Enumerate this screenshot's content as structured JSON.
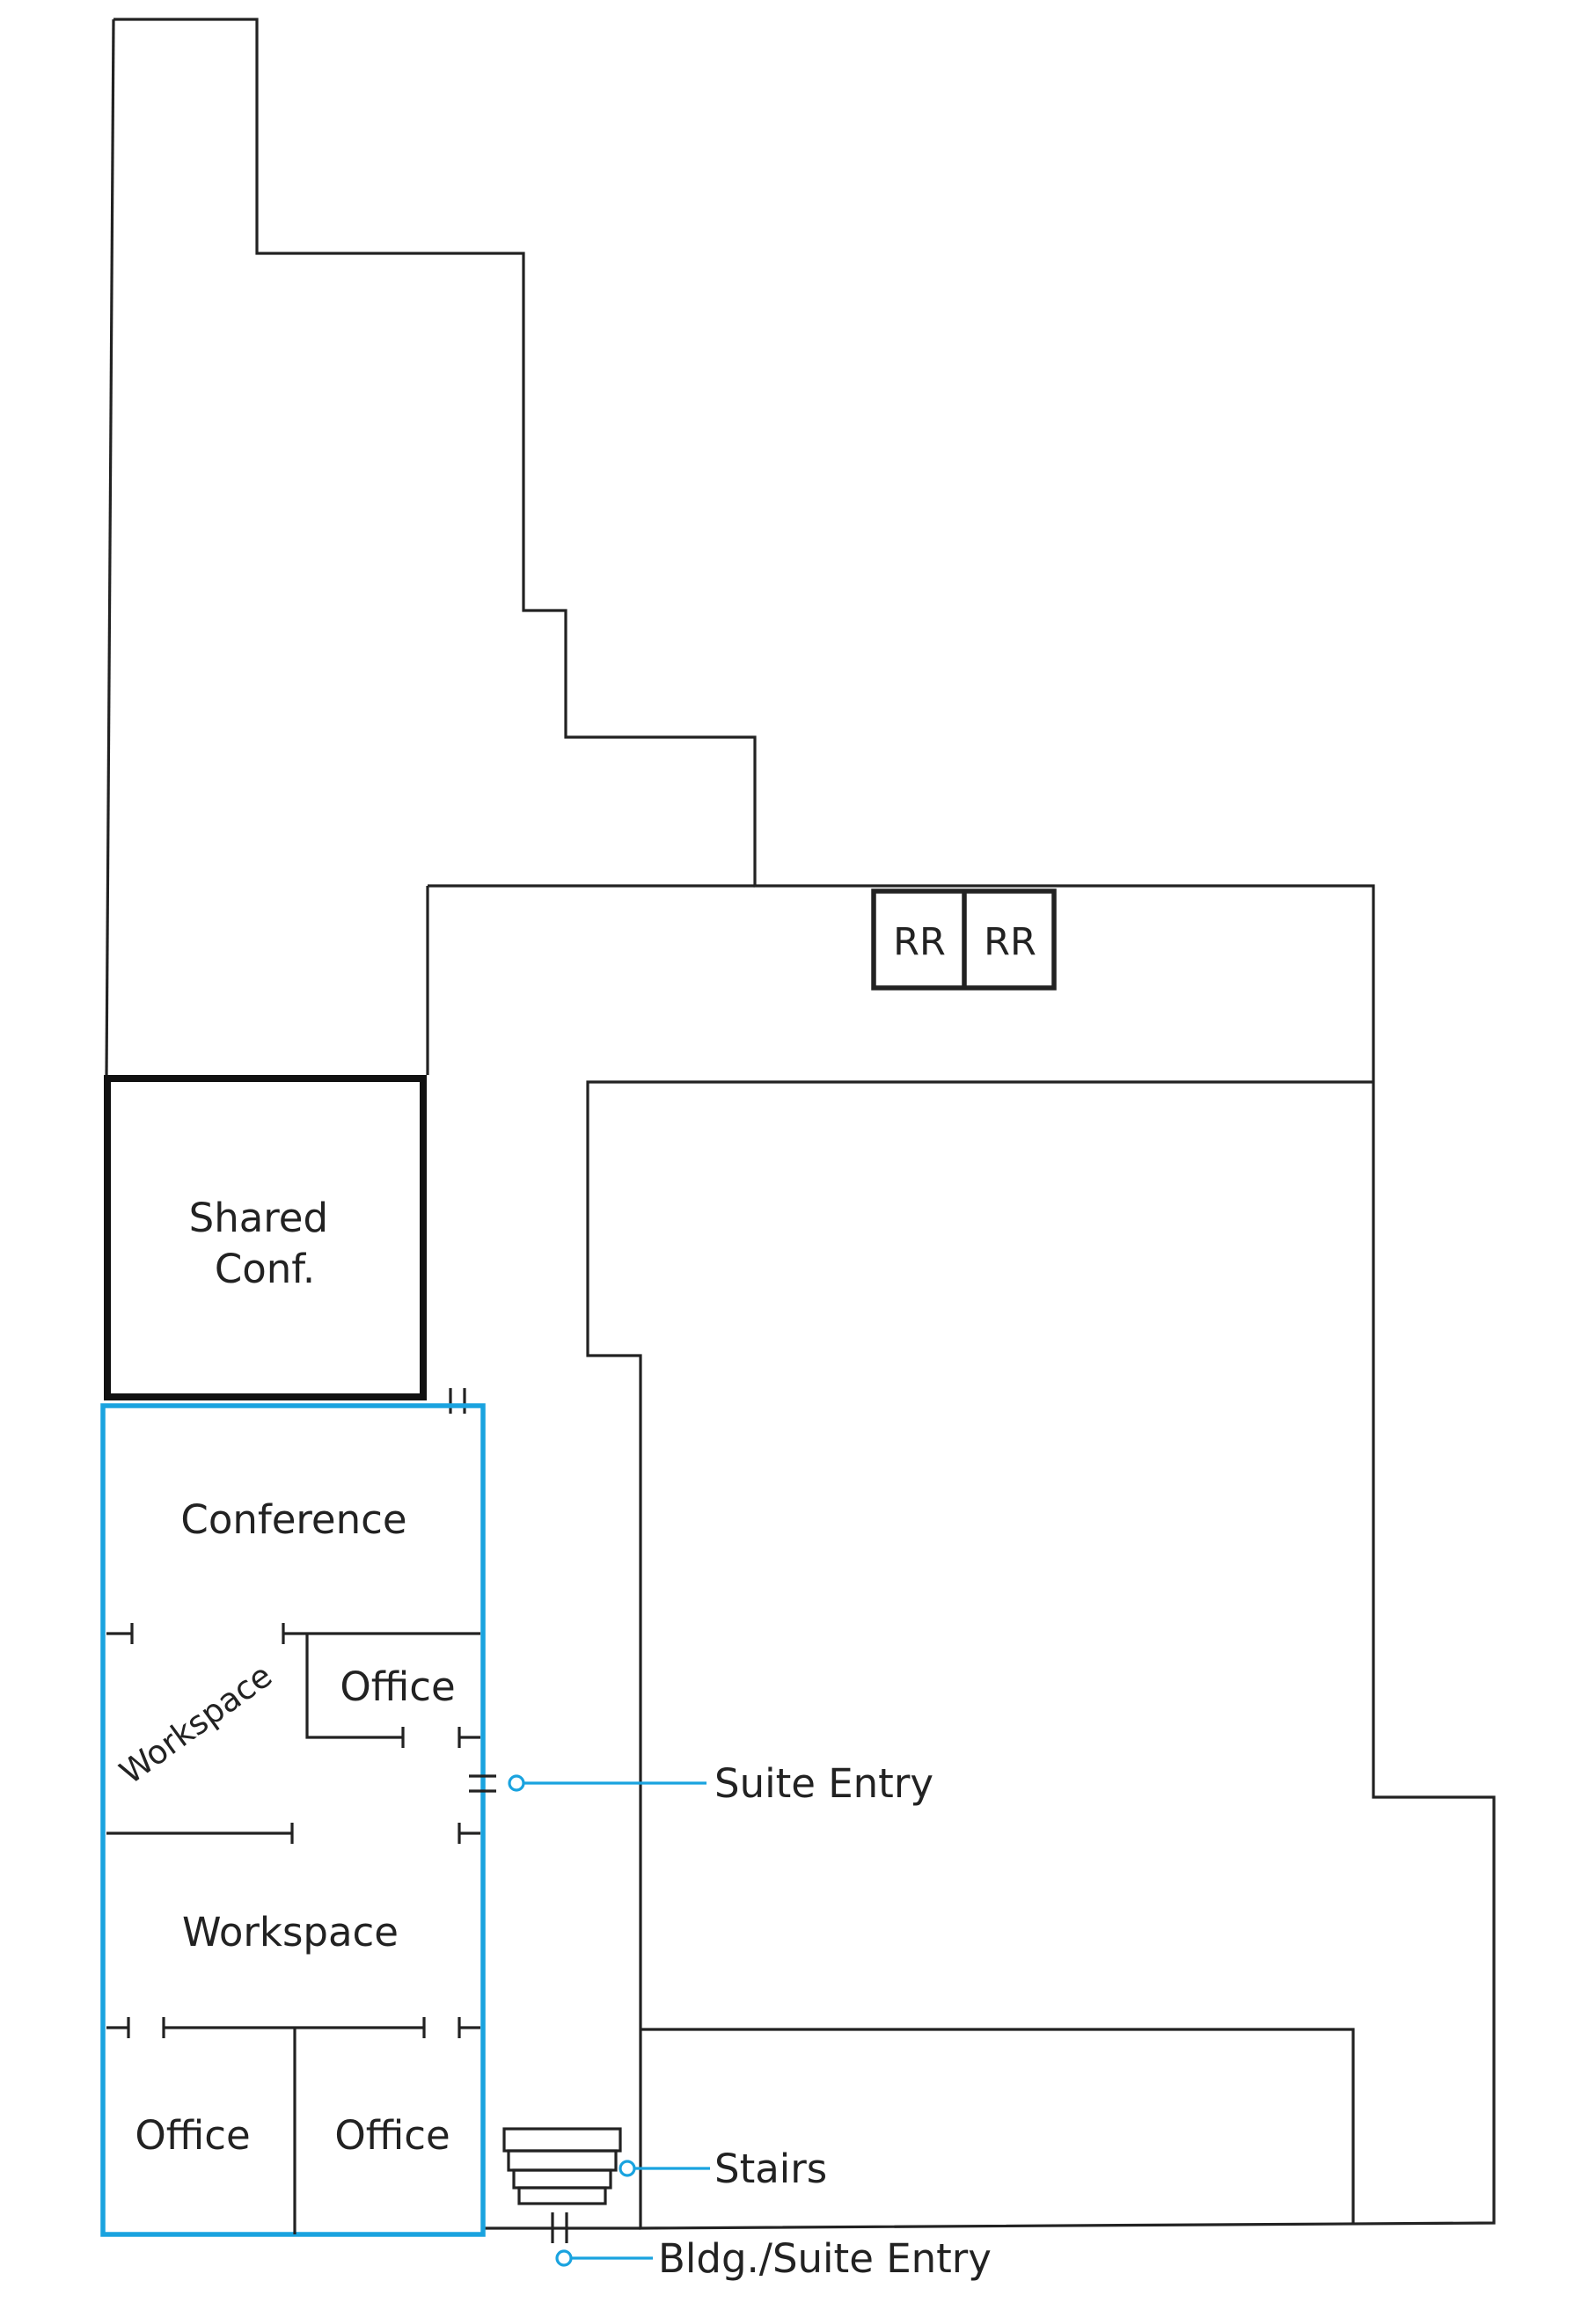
{
  "rooms": {
    "shared_conf_line1": "Shared",
    "shared_conf_line2": "Conf.",
    "rr_left": "RR",
    "rr_right": "RR",
    "conference": "Conference",
    "office_upper": "Office",
    "workspace_diagonal": "Workspace",
    "workspace": "Workspace",
    "office_lower_left": "Office",
    "office_lower_right": "Office"
  },
  "callouts": {
    "suite_entry": "Suite Entry",
    "stairs": "Stairs",
    "bldg_suite_entry": "Bldg./Suite Entry"
  },
  "colors": {
    "suite_outline": "#1aa3df",
    "walls": "#222222"
  },
  "icons": {
    "stairs": "stairs-icon",
    "door": "door-icon"
  }
}
